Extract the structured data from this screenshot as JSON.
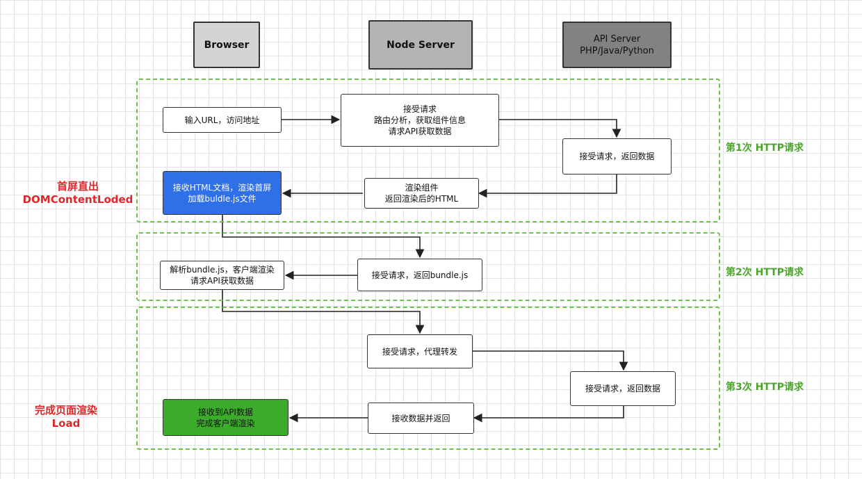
{
  "lanes": {
    "browser": "Browser",
    "node_server": "Node Server",
    "api_server": "API Server\nPHP/Java/Python"
  },
  "sections": [
    {
      "label": "第1次 HTTP请求"
    },
    {
      "label": "第2次 HTTP请求"
    },
    {
      "label": "第3次 HTTP请求"
    }
  ],
  "side_labels": {
    "first_screen": "首屏直出\nDOMContentLoded",
    "complete": "完成页面渲染\nLoad"
  },
  "steps": {
    "input_url": "输入URL，访问地址",
    "node_receive_1": "接受请求\n路由分析，获取组件信息\n请求API获取数据",
    "api_return_1": "接受请求，返回数据",
    "node_render": "渲染组件\n返回渲染后的HTML",
    "browser_render": "接收HTML文档，渲染首屏\n加载buldle.js文件",
    "node_return_bundle": "接受请求，返回bundle.js",
    "browser_parse": "解析bundle.js，客户端渲染\n请求API获取数据",
    "node_proxy": "接受请求，代理转发",
    "api_return_3": "接受请求，返回数据",
    "node_return_data": "接收数据并返回",
    "browser_done": "接收到API数据\n完成客户端渲染"
  },
  "colors": {
    "section_border": "#6cc24a",
    "section_label": "#4aa62a",
    "side_label": "#e0262a",
    "browser_render_fill": "#2f6fe7",
    "browser_done_fill": "#3cab2c"
  }
}
